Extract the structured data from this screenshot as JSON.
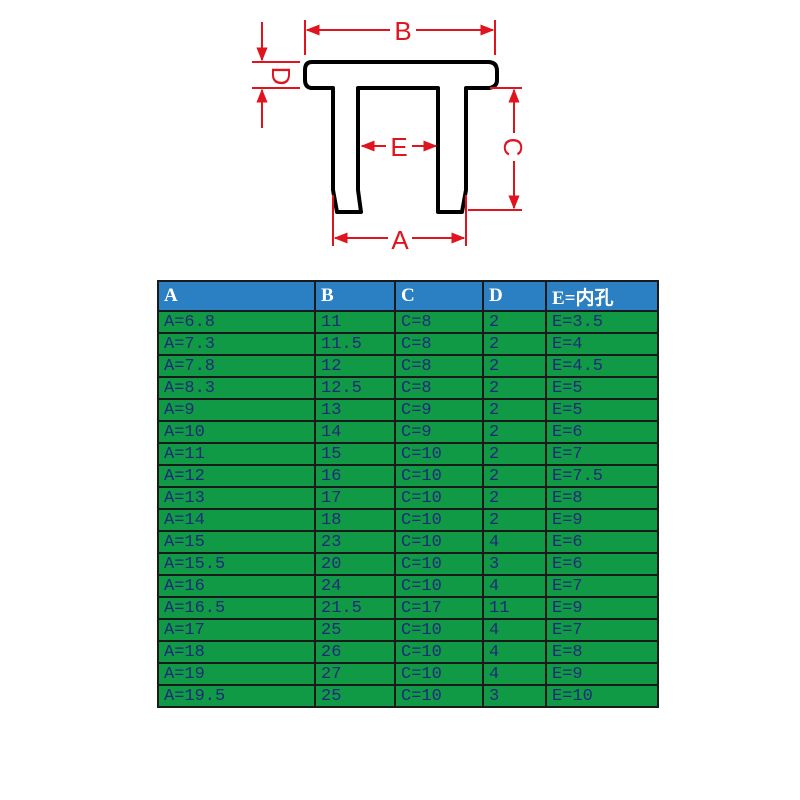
{
  "diagram": {
    "labels": {
      "a": "A",
      "b": "B",
      "c": "C",
      "d": "D",
      "e": "E"
    },
    "colors": {
      "dimension": "#e0141e",
      "profile": "#000000"
    }
  },
  "table": {
    "headers": [
      "A",
      "B",
      "C",
      "D",
      "E=内孔"
    ],
    "rows": [
      [
        "A=6.8",
        "11",
        "C=8",
        "2",
        "E=3.5"
      ],
      [
        "A=7.3",
        "11.5",
        "C=8",
        "2",
        "E=4"
      ],
      [
        "A=7.8",
        "12",
        "C=8",
        "2",
        "E=4.5"
      ],
      [
        "A=8.3",
        "12.5",
        "C=8",
        "2",
        "E=5"
      ],
      [
        "A=9",
        "13",
        "C=9",
        "2",
        "E=5"
      ],
      [
        "A=10",
        "14",
        "C=9",
        "2",
        "E=6"
      ],
      [
        "A=11",
        "15",
        "C=10",
        "2",
        "E=7"
      ],
      [
        "A=12",
        "16",
        "C=10",
        "2",
        "E=7.5"
      ],
      [
        "A=13",
        "17",
        "C=10",
        "2",
        "E=8"
      ],
      [
        "A=14",
        "18",
        "C=10",
        "2",
        "E=9"
      ],
      [
        "A=15",
        "23",
        "C=10",
        "4",
        "E=6"
      ],
      [
        "A=15.5",
        "20",
        "C=10",
        "3",
        "E=6"
      ],
      [
        "A=16",
        "24",
        "C=10",
        "4",
        "E=7"
      ],
      [
        "A=16.5",
        "21.5",
        "C=17",
        "11",
        "E=9"
      ],
      [
        "A=17",
        "25",
        "C=10",
        "4",
        "E=7"
      ],
      [
        "A=18",
        "26",
        "C=10",
        "4",
        "E=8"
      ],
      [
        "A=19",
        "27",
        "C=10",
        "4",
        "E=9"
      ],
      [
        "A=19.5",
        "25",
        "C=10",
        "3",
        "E=10"
      ]
    ],
    "colors": {
      "header_bg": "#2b7fc3",
      "header_text": "#ffffff",
      "cell_bg": "#109a45",
      "cell_text": "#1d2a7a",
      "border": "#1a1a1a"
    }
  }
}
